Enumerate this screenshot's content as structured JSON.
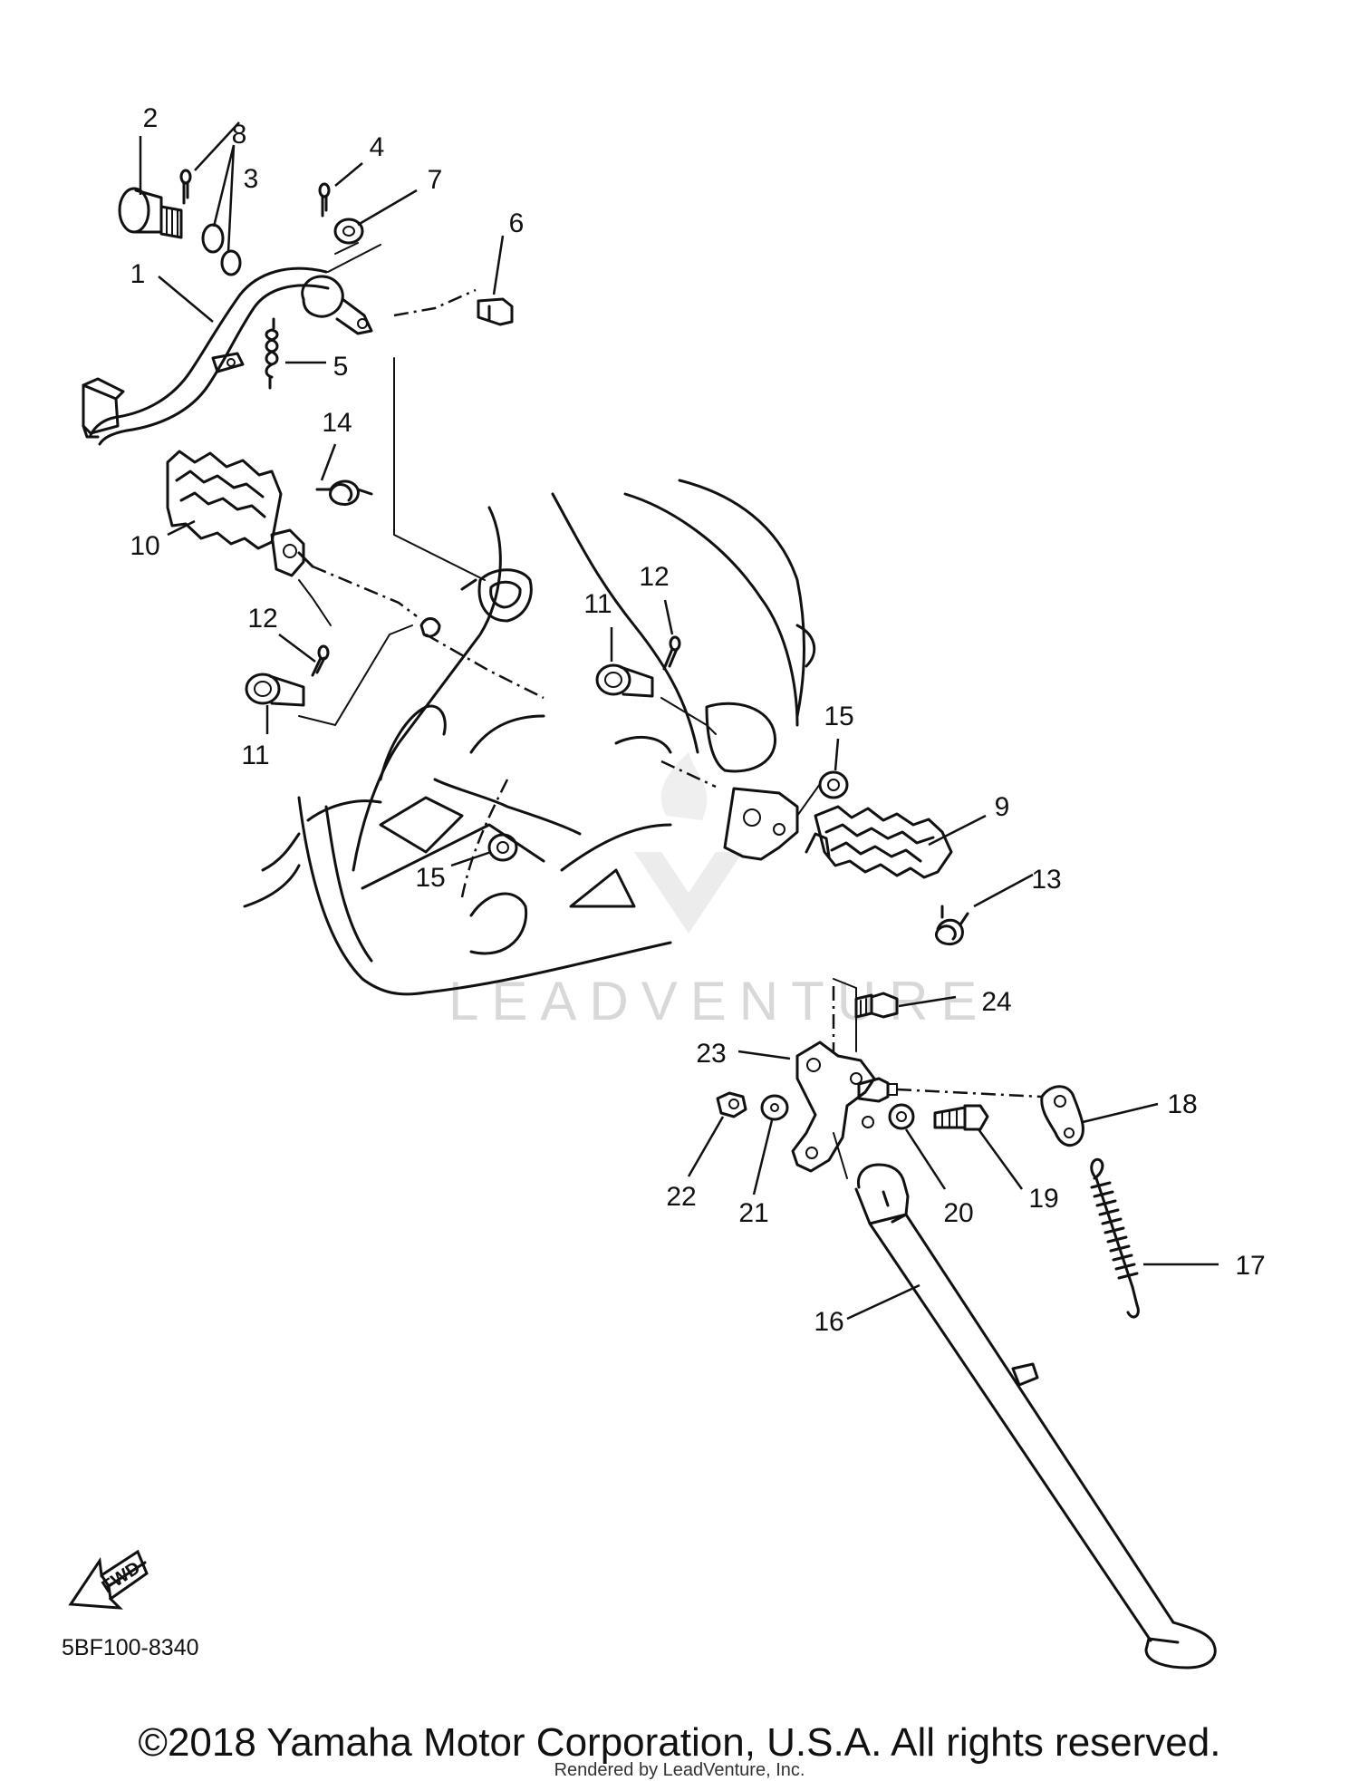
{
  "callouts": [
    {
      "id": "c1",
      "label": "1"
    },
    {
      "id": "c2",
      "label": "2"
    },
    {
      "id": "c3",
      "label": "3"
    },
    {
      "id": "c4",
      "label": "4"
    },
    {
      "id": "c5",
      "label": "5"
    },
    {
      "id": "c6",
      "label": "6"
    },
    {
      "id": "c7",
      "label": "7"
    },
    {
      "id": "c8",
      "label": "8"
    },
    {
      "id": "c9",
      "label": "9"
    },
    {
      "id": "c10",
      "label": "10"
    },
    {
      "id": "c11a",
      "label": "11"
    },
    {
      "id": "c11b",
      "label": "11"
    },
    {
      "id": "c12a",
      "label": "12"
    },
    {
      "id": "c12b",
      "label": "12"
    },
    {
      "id": "c13",
      "label": "13"
    },
    {
      "id": "c14",
      "label": "14"
    },
    {
      "id": "c15a",
      "label": "15"
    },
    {
      "id": "c15b",
      "label": "15"
    },
    {
      "id": "c16",
      "label": "16"
    },
    {
      "id": "c17",
      "label": "17"
    },
    {
      "id": "c18",
      "label": "18"
    },
    {
      "id": "c19",
      "label": "19"
    },
    {
      "id": "c20",
      "label": "20"
    },
    {
      "id": "c21",
      "label": "21"
    },
    {
      "id": "c22",
      "label": "22"
    },
    {
      "id": "c23",
      "label": "23"
    },
    {
      "id": "c24",
      "label": "24"
    }
  ],
  "fwd_label": "FWD",
  "diagram_ref": "5BF100-8340",
  "watermark": "LEADVENTURE",
  "copyright": "©2018 Yamaha Motor Corporation, U.S.A. All rights reserved.",
  "rendered_by": "Rendered by LeadVenture, Inc."
}
